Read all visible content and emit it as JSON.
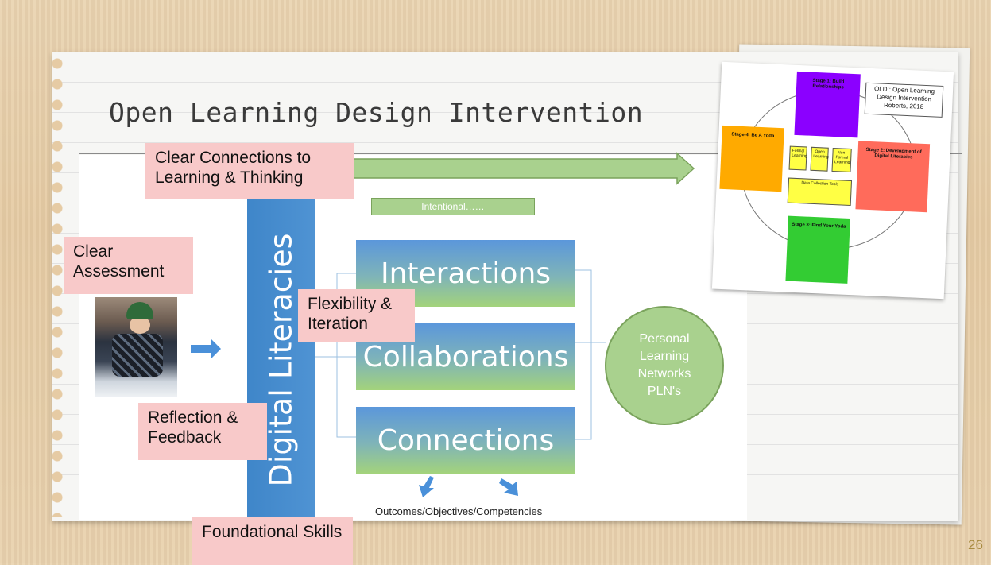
{
  "slide": {
    "title": "Open Learning Design Intervention",
    "page_number": "26"
  },
  "labels": {
    "clear_connections": "Clear Connections to Learning & Thinking",
    "clear_assessment": "Clear Assessment",
    "flexibility": "Flexibility & Iteration",
    "reflection": "Reflection & Feedback",
    "foundational": "Foundational Skills"
  },
  "diagram": {
    "column": "Digital Literacies",
    "intentional": "Intentional……",
    "boxes": [
      "Interactions",
      "Collaborations",
      "Connections"
    ],
    "pln": [
      "Personal",
      "Learning",
      "Networks",
      "PLN's"
    ],
    "outcomes": "Outcomes/Objectives/Competencies"
  },
  "stage_diagram": {
    "title": "OLDI: Open Learning Design Intervention Roberts, 2018",
    "stage1": {
      "title": "Stage 1: Build Relationships",
      "color": "#8b00ff"
    },
    "stage2": {
      "title": "Stage 2: Development of Digital Literacies",
      "color": "#ff6b5b"
    },
    "stage3": {
      "title": "Stage 3: Find Your Yoda",
      "color": "#33cc33"
    },
    "stage4": {
      "title": "Stage 4: Be A Yoda",
      "color": "#ffaa00"
    },
    "center_boxes": [
      "Formal Learning",
      "Open Learning",
      "Non-Formal Learning"
    ],
    "data_collection": "Data Collection Tools"
  },
  "colors": {
    "pink_label": "#f8c9c9",
    "column_blue": "#3f86c9",
    "green_accent": "#a9d18e",
    "arrow_green": "#a9d18e"
  }
}
